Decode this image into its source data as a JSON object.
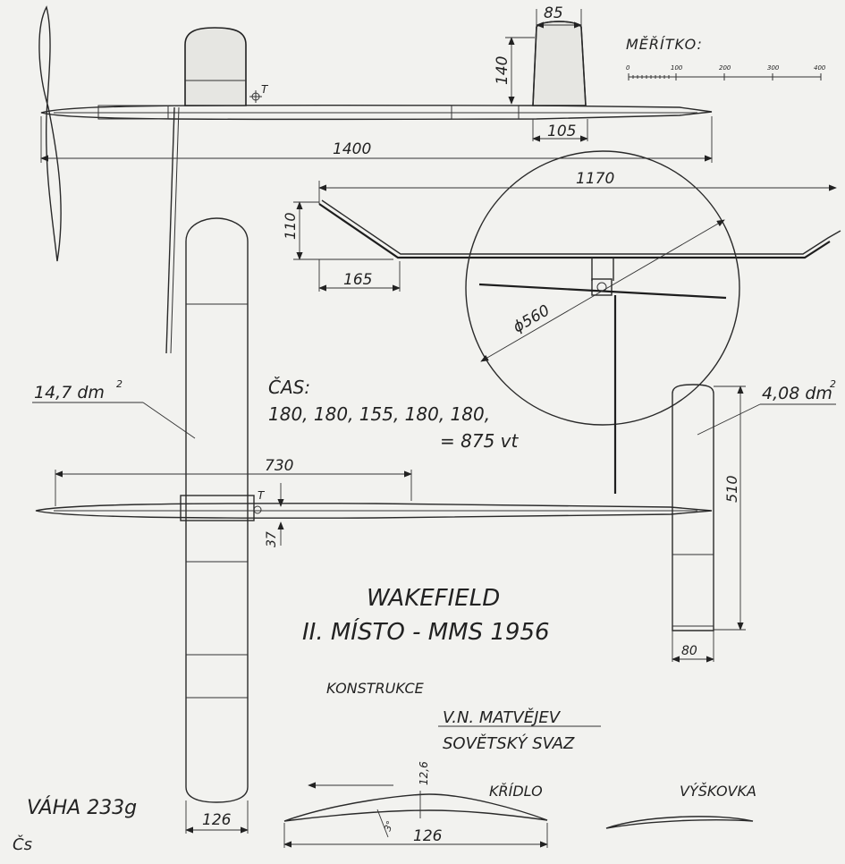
{
  "dims": {
    "pylon_width": "85",
    "pylon_height": "140",
    "pylon_base": "105",
    "fuselage_length": "1400",
    "wing_span": "1170",
    "dihedral_height": "110",
    "tip_length": "165",
    "prop_diameter": "ϕ560",
    "cg_position": "730",
    "cg_offset": "37",
    "wing_chord": "126",
    "stab_span": "510",
    "stab_chord": "80",
    "airfoil_height": "12,6",
    "airfoil_chord": "126",
    "airfoil_incidence": "3°",
    "cg_marker": "T",
    "cg_marker_side": "T"
  },
  "scale": {
    "label": "MĚŘÍTKO:",
    "ticks": [
      "0",
      "100",
      "200",
      "300",
      "400"
    ]
  },
  "areas": {
    "wing": "14,7 dm",
    "stab": "4,08 dm",
    "exponent": "2"
  },
  "times": {
    "label": "ČAS:",
    "values": "180, 180, 155, 180, 180,",
    "total": "= 875 vt"
  },
  "title": {
    "line1": "WAKEFIELD",
    "line2": "II. MÍSTO - MMS  1956"
  },
  "credits": {
    "label": "KONSTRUKCE",
    "author": "V.N. MATVĚJEV",
    "country": "SOVĚTSKÝ SVAZ"
  },
  "sections": {
    "wing": "KŘÍDLO",
    "stab": "VÝŠKOVKA"
  },
  "weight": "VÁHA  233g",
  "signature": "Čs"
}
